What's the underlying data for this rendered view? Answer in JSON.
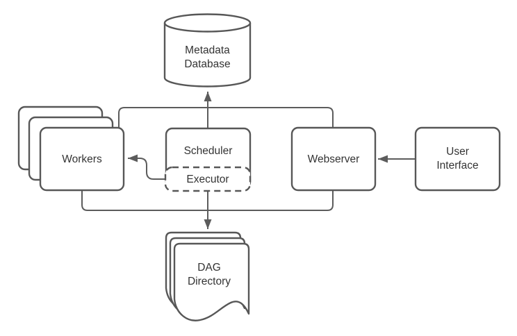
{
  "diagram": {
    "type": "architecture-diagram",
    "subject": "workflow orchestration components",
    "colors": {
      "background": "#ffffff",
      "node_fill": "#ffffff",
      "node_stroke": "#575757",
      "edge_stroke": "#5c5c5c",
      "text": "#333333"
    },
    "nodes": {
      "metadata_database": {
        "shape": "cylinder",
        "line1": "Metadata",
        "line2": "Database"
      },
      "workers": {
        "shape": "stacked-rounded-rect",
        "stack_count": 3,
        "label": "Workers"
      },
      "scheduler": {
        "shape": "rounded-rect",
        "label": "Scheduler"
      },
      "executor": {
        "shape": "dashed-rounded-rect",
        "label": "Executor"
      },
      "webserver": {
        "shape": "rounded-rect",
        "label": "Webserver"
      },
      "user_interface": {
        "shape": "rounded-rect",
        "line1": "User",
        "line2": "Interface"
      },
      "dag_directory": {
        "shape": "stacked-document",
        "stack_count": 3,
        "line1": "DAG",
        "line2": "Directory"
      }
    },
    "edges": [
      {
        "from": "scheduler",
        "to": "metadata_database",
        "arrowhead": true
      },
      {
        "from": "workers",
        "to": "metadata_database",
        "via": "top-rail",
        "arrowhead": false
      },
      {
        "from": "webserver",
        "to": "metadata_database",
        "via": "top-rail",
        "arrowhead": false
      },
      {
        "from": "executor",
        "to": "workers",
        "arrowhead": true
      },
      {
        "from": "user_interface",
        "to": "webserver",
        "arrowhead": true
      },
      {
        "from": "executor",
        "to": "dag_directory",
        "arrowhead": true
      },
      {
        "from": "workers",
        "to": "dag_directory",
        "via": "bottom-rail",
        "arrowhead": false
      },
      {
        "from": "webserver",
        "to": "dag_directory",
        "via": "bottom-rail",
        "arrowhead": false
      }
    ]
  }
}
